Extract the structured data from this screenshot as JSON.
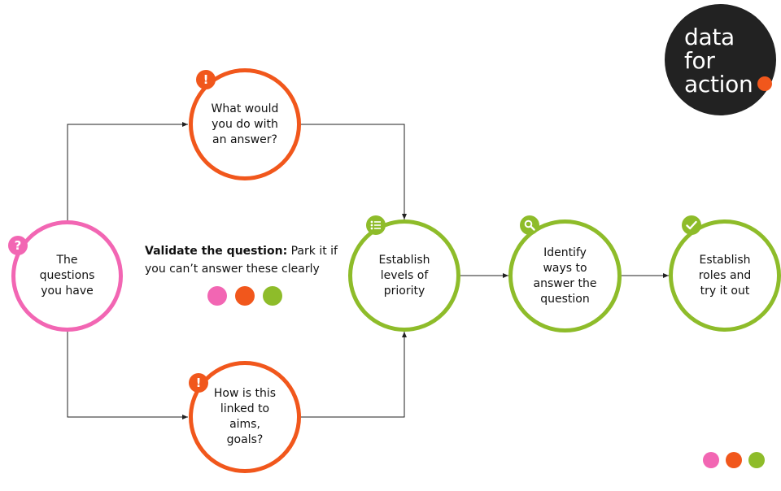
{
  "colors": {
    "pink": "#f266b3",
    "orange": "#f1571c",
    "green": "#8ebc2a",
    "line": "#222222"
  },
  "nodes": {
    "start": {
      "text": "The questions you have",
      "icon": "question-mark-icon"
    },
    "top": {
      "text": "What would you do with an answer?",
      "icon": "exclamation-icon"
    },
    "bottom": {
      "text": "How is this linked to aims, goals?",
      "icon": "exclamation-icon"
    },
    "priority": {
      "text": "Establish levels of priority",
      "icon": "list-icon"
    },
    "identify": {
      "text": "Identify ways to answer the question",
      "icon": "magnifier-icon"
    },
    "roles": {
      "text": "Establish roles and try it out",
      "icon": "checkmark-icon"
    }
  },
  "validate": {
    "bold": "Validate the question:",
    "rest": " Park it if you can’t answer these clearly"
  },
  "logo": {
    "line1": "data",
    "line2": "for",
    "line3": "action"
  }
}
